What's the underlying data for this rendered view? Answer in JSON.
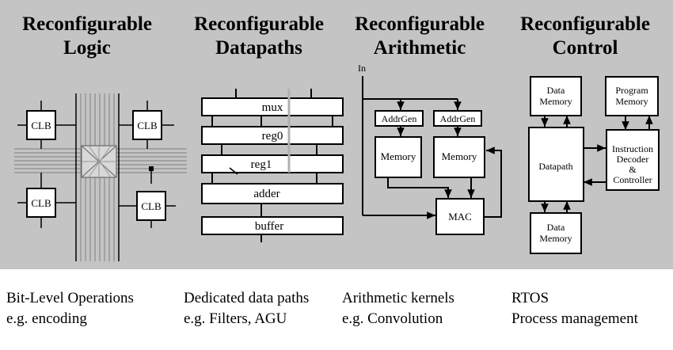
{
  "columns": [
    {
      "heading": [
        "Reconfigurable",
        "Logic"
      ],
      "caption": [
        "Bit-Level Operations",
        "e.g. encoding"
      ]
    },
    {
      "heading": [
        "Reconfigurable",
        "Datapaths"
      ],
      "caption": [
        "Dedicated data paths",
        "e.g. Filters, AGU"
      ]
    },
    {
      "heading": [
        "Reconfigurable",
        "Arithmetic"
      ],
      "caption": [
        "Arithmetic kernels",
        "e.g. Convolution"
      ]
    },
    {
      "heading": [
        "Reconfigurable",
        "Control"
      ],
      "caption": [
        "RTOS",
        "Process management"
      ]
    }
  ],
  "logic": {
    "clb_label": "CLB"
  },
  "datapaths": {
    "stages": [
      "mux",
      "reg0",
      "reg1",
      "adder",
      "buffer"
    ]
  },
  "arithmetic": {
    "input_label": "In",
    "addrgen_label": "AddrGen",
    "memory_label": "Memory",
    "mac_label": "MAC"
  },
  "control": {
    "data_memory_label": [
      "Data",
      "Memory"
    ],
    "program_memory_label": [
      "Program",
      "Memory"
    ],
    "datapath_label": "Datapath",
    "controller_label": [
      "Instruction",
      "Decoder",
      "&",
      "Controller"
    ]
  },
  "colors": {
    "panel": "#c4c4c4",
    "box_fill": "#ffffff",
    "ink": "#000000",
    "routing": "#8c8c8c"
  }
}
